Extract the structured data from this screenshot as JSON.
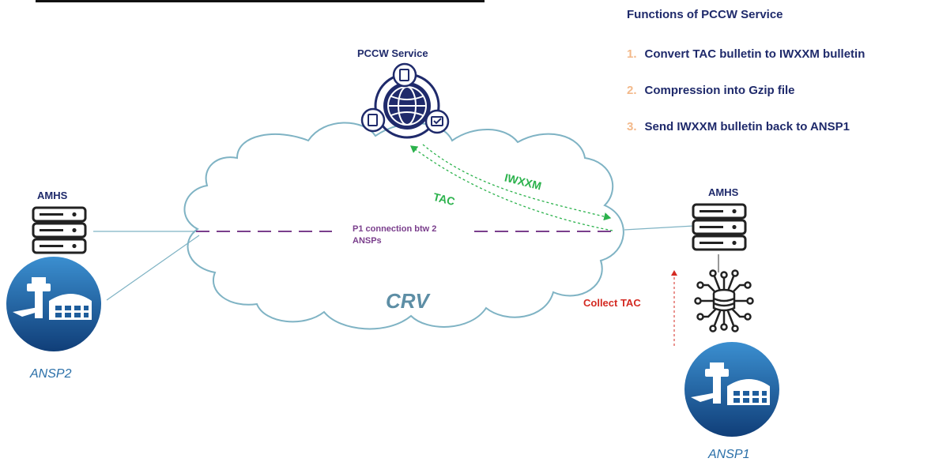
{
  "functions": {
    "title": "Functions of PCCW Service",
    "items": [
      {
        "num": "1.",
        "text": "Convert TAC bulletin to IWXXM bulletin"
      },
      {
        "num": "2.",
        "text": "Compression into Gzip file"
      },
      {
        "num": "3.",
        "text": "Send IWXXM bulletin back to ANSP1"
      }
    ]
  },
  "pccw": {
    "label": "PCCW Service"
  },
  "cloud": {
    "label": "CRV"
  },
  "connection": {
    "line1": "P1 connection btw 2",
    "line2": "ANSPs"
  },
  "flows": {
    "tac": "TAC",
    "iwxxm": "IWXXM",
    "collect": "Collect TAC"
  },
  "left_node": {
    "amhs": "AMHS",
    "ansp": "ANSP2"
  },
  "right_node": {
    "amhs": "AMHS",
    "ansp": "ANSP1"
  },
  "colors": {
    "navy": "#1f2a6b",
    "number": "#f3b98a",
    "tac_green": "#2bb24c",
    "purple": "#7a3e8c",
    "collect_red": "#d42a22",
    "cloud_stroke": "#7fb3c4",
    "blue_circle": "#1e5d9c"
  }
}
